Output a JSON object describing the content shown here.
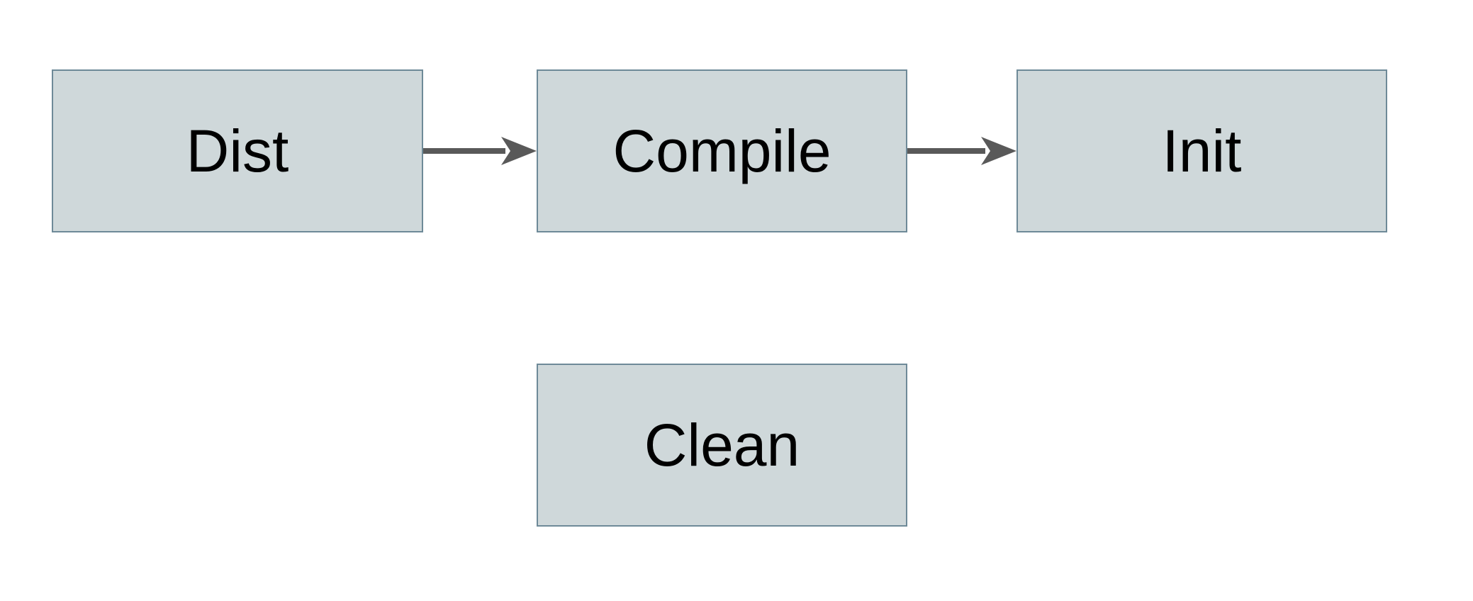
{
  "diagram": {
    "type": "flowchart",
    "background_color": "#ffffff",
    "node_fill_color": "#cfd8da",
    "node_border_color": "#6e8a98",
    "node_text_color": "#000000",
    "arrow_color": "#595959",
    "nodes": [
      {
        "id": "dist",
        "label": "Dist",
        "row": "top",
        "order": 1
      },
      {
        "id": "compile",
        "label": "Compile",
        "row": "top",
        "order": 2
      },
      {
        "id": "init",
        "label": "Init",
        "row": "top",
        "order": 3
      },
      {
        "id": "clean",
        "label": "Clean",
        "row": "bottom",
        "order": 1
      }
    ],
    "edges": [
      {
        "from": "Dist",
        "to": "Compile",
        "style": "solid",
        "arrowhead": "barbed-right"
      },
      {
        "from": "Compile",
        "to": "Init",
        "style": "solid",
        "arrowhead": "barbed-right"
      }
    ]
  }
}
